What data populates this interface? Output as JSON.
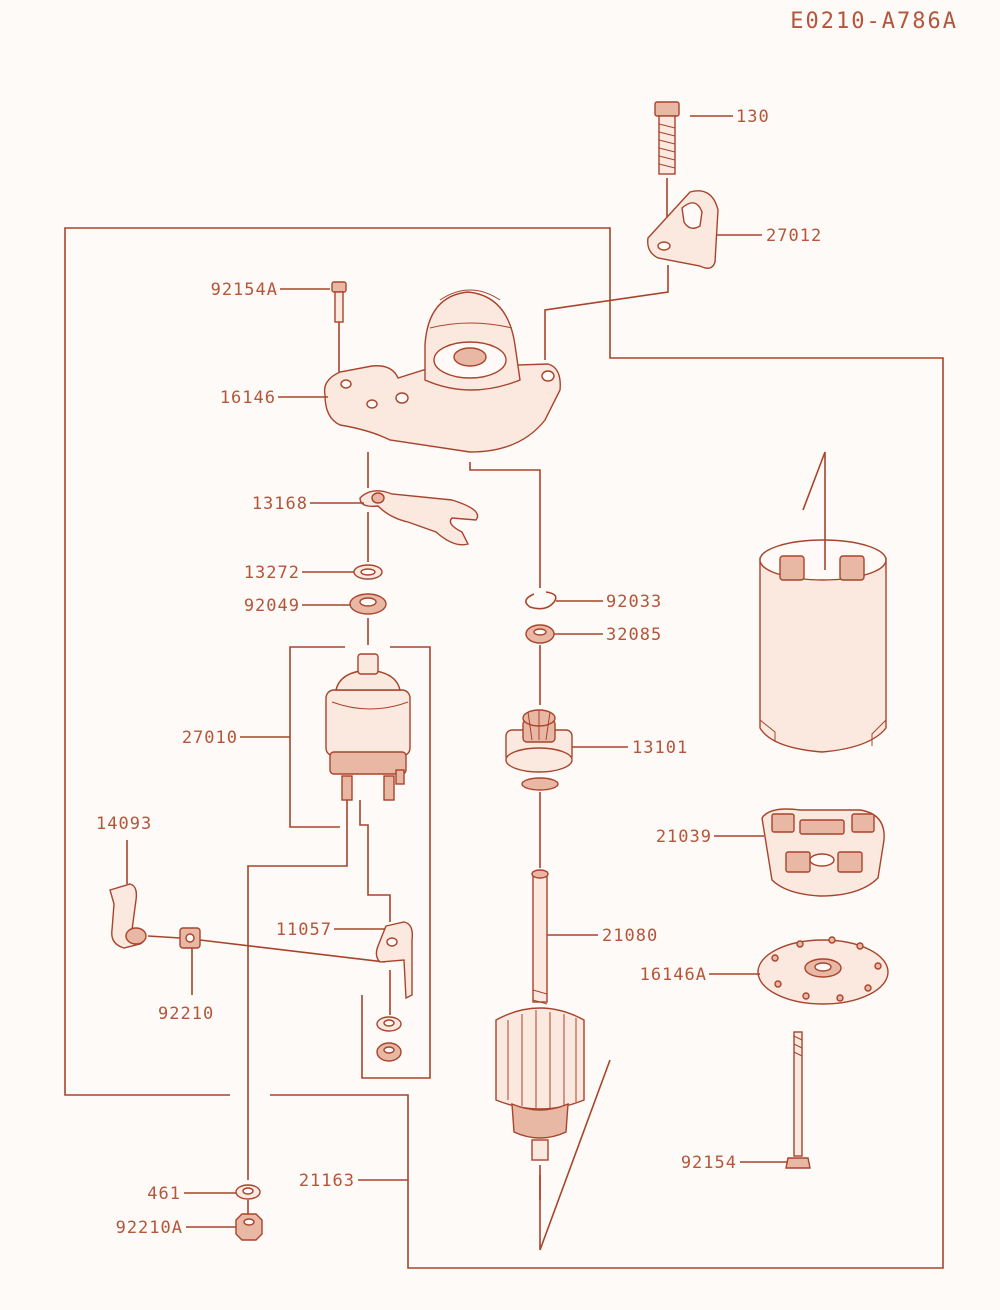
{
  "diagram_code": "E0210-A786A",
  "parts": [
    {
      "key": "p130",
      "number": "130"
    },
    {
      "key": "p27012",
      "number": "27012"
    },
    {
      "key": "p92154A",
      "number": "92154A"
    },
    {
      "key": "p16146",
      "number": "16146"
    },
    {
      "key": "p13168",
      "number": "13168"
    },
    {
      "key": "p13272",
      "number": "13272"
    },
    {
      "key": "p92049",
      "number": "92049"
    },
    {
      "key": "p92033",
      "number": "92033"
    },
    {
      "key": "p32085",
      "number": "32085"
    },
    {
      "key": "p27010",
      "number": "27010"
    },
    {
      "key": "p13101",
      "number": "13101"
    },
    {
      "key": "p14093",
      "number": "14093"
    },
    {
      "key": "p21039",
      "number": "21039"
    },
    {
      "key": "p11057",
      "number": "11057"
    },
    {
      "key": "p21080",
      "number": "21080"
    },
    {
      "key": "p16146A",
      "number": "16146A"
    },
    {
      "key": "p92210",
      "number": "92210"
    },
    {
      "key": "p92154",
      "number": "92154"
    },
    {
      "key": "p21163",
      "number": "21163"
    },
    {
      "key": "p461",
      "number": "461"
    },
    {
      "key": "p92210A",
      "number": "92210A"
    }
  ],
  "colors": {
    "line": "#a8442c",
    "text": "#b5553a",
    "background": "#fdfaf7"
  }
}
